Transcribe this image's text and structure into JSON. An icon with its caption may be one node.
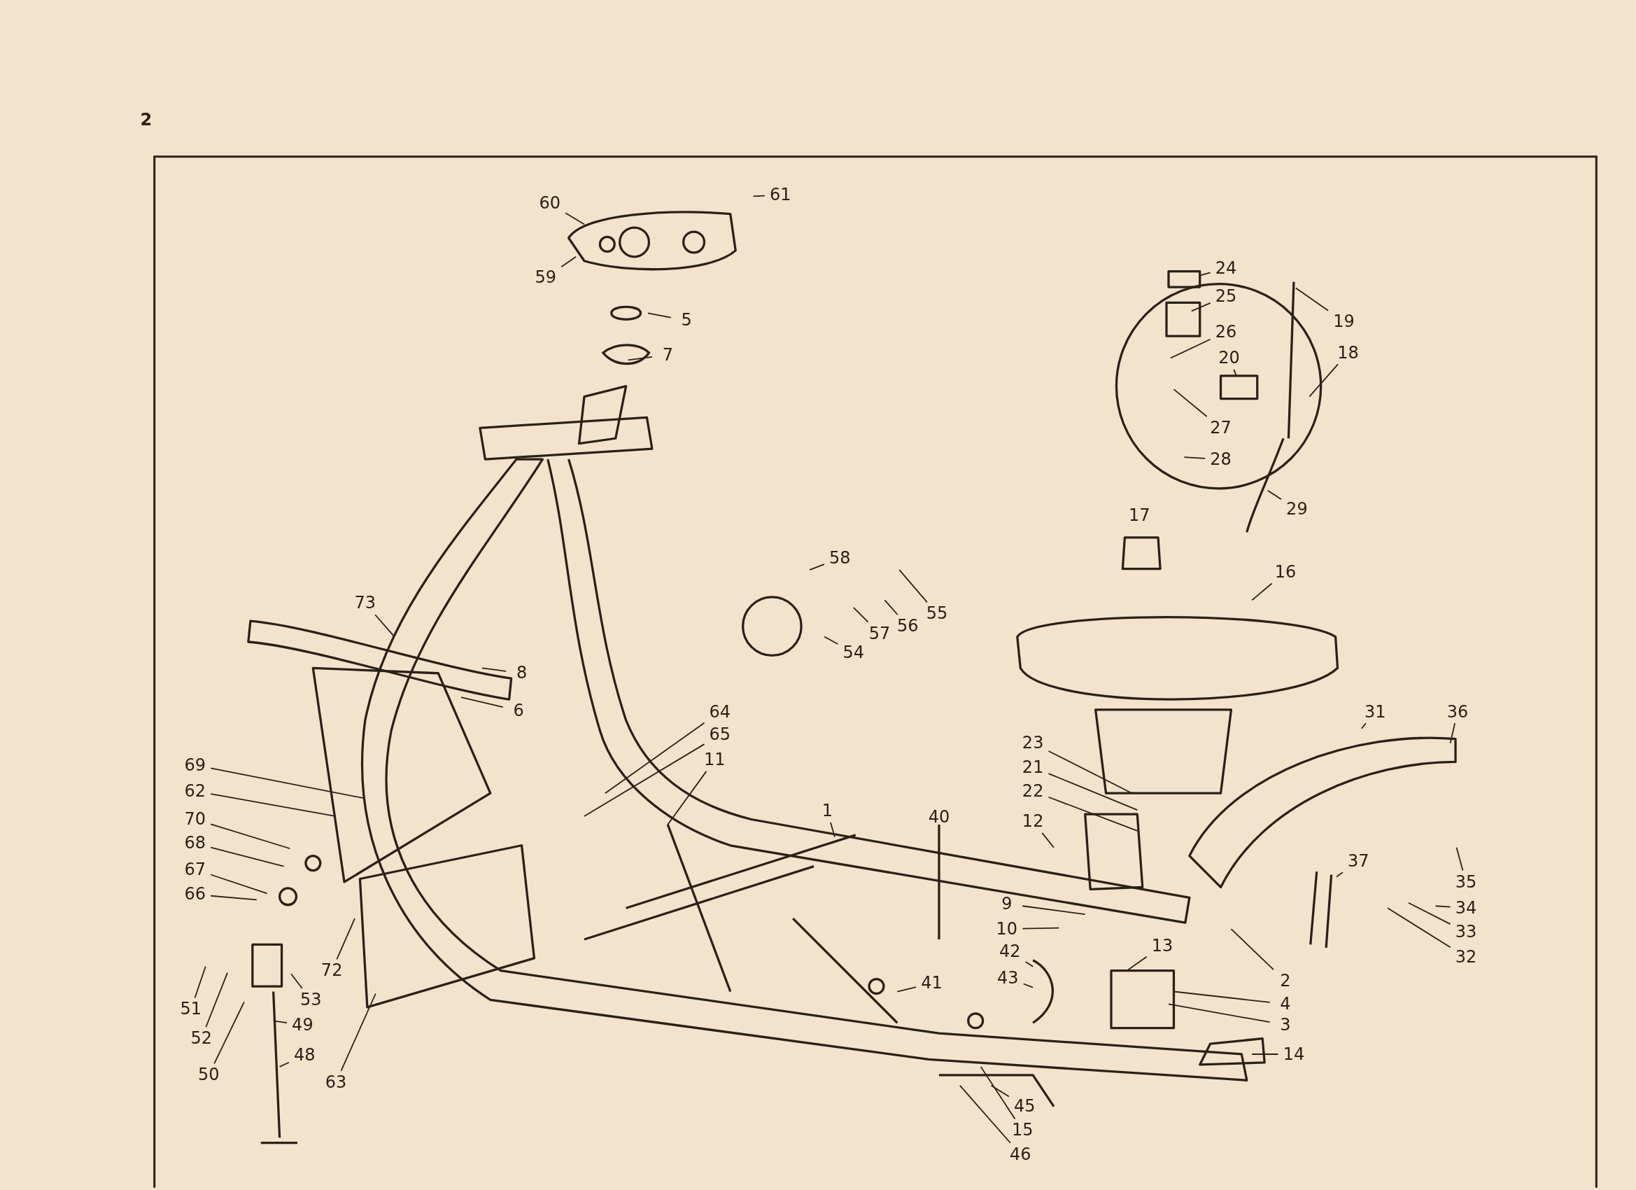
{
  "diagram": {
    "nodes": [
      {
        "text": [
          "60"
        ]
      },
      {
        "text": [
          "61"
        ]
      },
      {
        "text": [
          "59"
        ]
      },
      {
        "text": [
          "5"
        ]
      },
      {
        "text": [
          "7"
        ]
      },
      {
        "text": [
          "24"
        ]
      },
      {
        "text": [
          "25"
        ]
      },
      {
        "text": [
          "26"
        ]
      },
      {
        "text": [
          "20"
        ]
      },
      {
        "text": [
          "27"
        ]
      },
      {
        "text": [
          "28"
        ]
      },
      {
        "text": [
          "19"
        ]
      },
      {
        "text": [
          "18"
        ]
      },
      {
        "text": [
          "29"
        ]
      },
      {
        "text": [
          "58"
        ]
      },
      {
        "text": [
          "55"
        ]
      },
      {
        "text": [
          "56"
        ]
      },
      {
        "text": [
          "57"
        ]
      },
      {
        "text": [
          "54"
        ]
      },
      {
        "text": [
          "73"
        ]
      },
      {
        "text": [
          "8"
        ]
      },
      {
        "text": [
          "6"
        ]
      },
      {
        "text": [
          "16"
        ]
      },
      {
        "text": [
          "64"
        ]
      },
      {
        "text": [
          "65"
        ]
      },
      {
        "text": [
          "11"
        ]
      },
      {
        "text": [
          "31"
        ]
      },
      {
        "text": [
          "36"
        ]
      },
      {
        "text": [
          "23"
        ]
      },
      {
        "text": [
          "21"
        ]
      },
      {
        "text": [
          "22"
        ]
      },
      {
        "text": [
          "69"
        ]
      },
      {
        "text": [
          "62"
        ]
      },
      {
        "text": [
          "1"
        ]
      },
      {
        "text": [
          "40"
        ]
      },
      {
        "text": [
          "12"
        ]
      },
      {
        "text": [
          "70"
        ]
      },
      {
        "text": [
          "68"
        ]
      },
      {
        "text": [
          "67"
        ]
      },
      {
        "text": [
          "66"
        ]
      },
      {
        "text": [
          "37"
        ]
      },
      {
        "text": [
          "35"
        ]
      },
      {
        "text": [
          "34"
        ]
      },
      {
        "text": [
          "33"
        ]
      },
      {
        "text": [
          "32"
        ]
      },
      {
        "text": [
          "9"
        ]
      },
      {
        "text": [
          "10"
        ]
      },
      {
        "text": [
          "42"
        ]
      },
      {
        "text": [
          "43"
        ]
      },
      {
        "text": [
          "13"
        ]
      },
      {
        "text": [
          "2"
        ]
      },
      {
        "text": [
          "4"
        ]
      },
      {
        "text": [
          "3"
        ]
      },
      {
        "text": [
          "72"
        ]
      },
      {
        "text": [
          "53"
        ]
      },
      {
        "text": [
          "51"
        ]
      },
      {
        "text": [
          "49"
        ]
      },
      {
        "text": [
          "52"
        ]
      },
      {
        "text": [
          "50"
        ]
      },
      {
        "text": [
          "48"
        ]
      },
      {
        "text": [
          "63"
        ]
      },
      {
        "text": [
          "41"
        ]
      },
      {
        "text": [
          "14"
        ]
      },
      {
        "text": [
          "45"
        ]
      },
      {
        "text": [
          "15"
        ]
      },
      {
        "text": [
          "46"
        ]
      }
    ],
    "edges": [
      {
        "from": 0,
        "to": null,
        "arrow": "none"
      },
      {
        "from": 1,
        "to": null,
        "arrow": "none"
      },
      {
        "from": 2,
        "to": null,
        "arrow": "none"
      },
      {
        "from": 3,
        "to": null,
        "arrow": "none"
      },
      {
        "from": 4,
        "to": null,
        "arrow": "none"
      },
      {
        "from": 5,
        "to": null,
        "arrow": "none"
      },
      {
        "from": 6,
        "to": null,
        "arrow": "none"
      },
      {
        "from": 7,
        "to": null,
        "arrow": "none"
      },
      {
        "from": 8,
        "to": null,
        "arrow": "none"
      },
      {
        "from": 9,
        "to": null,
        "arrow": "none"
      },
      {
        "from": 10,
        "to": null,
        "arrow": "none"
      },
      {
        "from": 11,
        "to": null,
        "arrow": "none"
      },
      {
        "from": 12,
        "to": null,
        "arrow": "none"
      },
      {
        "from": 13,
        "to": null,
        "arrow": "none"
      },
      {
        "from": 14,
        "to": null,
        "arrow": "none"
      },
      {
        "from": 15,
        "to": null,
        "arrow": "none"
      },
      {
        "from": 16,
        "to": null,
        "arrow": "none"
      },
      {
        "from": 17,
        "to": null,
        "arrow": "none"
      },
      {
        "from": 18,
        "to": null,
        "arrow": "none"
      },
      {
        "from": 19,
        "to": null,
        "arrow": "none"
      },
      {
        "from": 20,
        "to": null,
        "arrow": "none"
      },
      {
        "from": 21,
        "to": null,
        "arrow": "none"
      },
      {
        "from": 22,
        "to": null,
        "arrow": "none"
      },
      {
        "from": 23,
        "to": null,
        "arrow": "none"
      },
      {
        "from": 24,
        "to": null,
        "arrow": "none"
      },
      {
        "from": 25,
        "to": null,
        "arrow": "none"
      },
      {
        "from": 26,
        "to": null,
        "arrow": "none"
      },
      {
        "from": 27,
        "to": null,
        "arrow": "none"
      },
      {
        "from": 28,
        "to": null,
        "arrow": "none"
      },
      {
        "from": 29,
        "to": null,
        "arrow": "none"
      },
      {
        "from": 30,
        "to": null,
        "arrow": "none"
      },
      {
        "from": 31,
        "to": null,
        "arrow": "none"
      },
      {
        "from": 32,
        "to": null,
        "arrow": "none"
      },
      {
        "from": 33,
        "to": null,
        "arrow": "none"
      },
      {
        "from": 34,
        "to": null,
        "arrow": "none"
      },
      {
        "from": 35,
        "to": null,
        "arrow": "none"
      },
      {
        "from": 36,
        "to": null,
        "arrow": "none"
      },
      {
        "from": 37,
        "to": null,
        "arrow": "none"
      },
      {
        "from": 38,
        "to": null,
        "arrow": "none"
      },
      {
        "from": 39,
        "to": null,
        "arrow": "none"
      },
      {
        "from": 40,
        "to": null,
        "arrow": "none"
      },
      {
        "from": 41,
        "to": null,
        "arrow": "none"
      },
      {
        "from": 42,
        "to": null,
        "arrow": "none"
      },
      {
        "from": 43,
        "to": null,
        "arrow": "none"
      },
      {
        "from": 44,
        "to": null,
        "arrow": "none"
      },
      {
        "from": 45,
        "to": null,
        "arrow": "none"
      },
      {
        "from": 46,
        "to": null,
        "arrow": "none"
      },
      {
        "from": 47,
        "to": null,
        "arrow": "none"
      },
      {
        "from": 48,
        "to": null,
        "arrow": "none"
      },
      {
        "from": 49,
        "to": null,
        "arrow": "none"
      },
      {
        "from": 50,
        "to": null,
        "arrow": "none"
      },
      {
        "from": 51,
        "to": null,
        "arrow": "none"
      },
      {
        "from": 52,
        "to": null,
        "arrow": "none"
      },
      {
        "from": 53,
        "to": null,
        "arrow": "none"
      },
      {
        "from": 54,
        "to": null,
        "arrow": "none"
      },
      {
        "from": 55,
        "to": null,
        "arrow": "none"
      },
      {
        "from": 56,
        "to": null,
        "arrow": "none"
      },
      {
        "from": 57,
        "to": null,
        "arrow": "none"
      },
      {
        "from": 58,
        "to": null,
        "arrow": "none"
      },
      {
        "from": 59,
        "to": null,
        "arrow": "none"
      },
      {
        "from": 60,
        "to": null,
        "arrow": "none"
      },
      {
        "from": 61,
        "to": null,
        "arrow": "none"
      },
      {
        "from": 62,
        "to": null,
        "arrow": "none"
      },
      {
        "from": 63,
        "to": null,
        "arrow": "none"
      },
      {
        "from": 64,
        "to": null,
        "arrow": "none"
      },
      {
        "from": 65,
        "to": null,
        "arrow": "none"
      }
    ],
    "labels": [
      "2",
      "17"
    ]
  }
}
